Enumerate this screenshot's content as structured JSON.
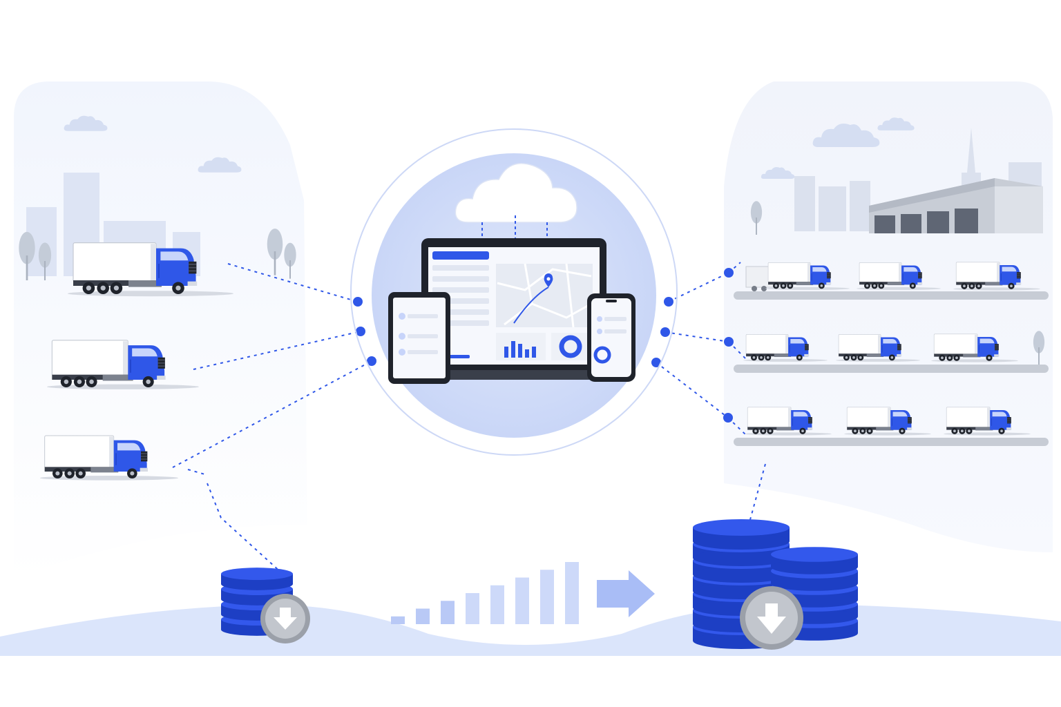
{
  "colors": {
    "accent": "#2f57e8",
    "accent_dark": "#1d3fc4",
    "panel": "#edf2fc",
    "circle_fill": "#d3ddf8",
    "ground": "#dbe5fb",
    "gray": "#9aa0aa",
    "building": "#c9ced6"
  },
  "illustration": {
    "left_fleet": {
      "truck_count": 3
    },
    "right_fleet": {
      "truck_count": 9,
      "rows": 3
    },
    "central_hub": {
      "devices": [
        "laptop-icon",
        "tablet-icon",
        "phone-icon"
      ],
      "cloud": "cloud-icon",
      "map_pin": "map-pin-icon"
    },
    "left_cost_stack": {
      "coin_count": 4,
      "badge": "down-arrow-coin-icon"
    },
    "right_cost_stack": {
      "coin_count": 11,
      "badge": "down-arrow-coin-icon"
    },
    "growth_bars": {
      "values": [
        1,
        2,
        3,
        4,
        5,
        6,
        7,
        8
      ],
      "arrow": "right-arrow-icon"
    }
  }
}
